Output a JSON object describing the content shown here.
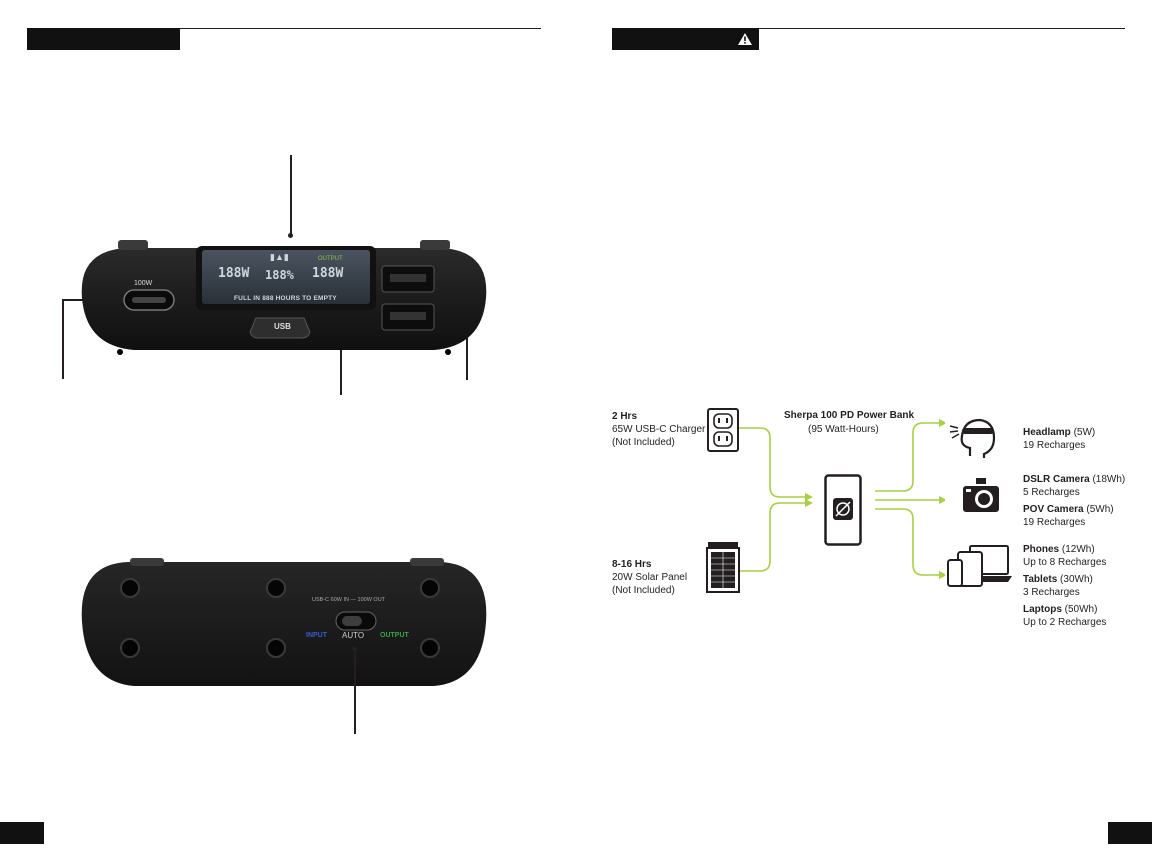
{
  "left_page": {
    "display_labels": {
      "port": "100W",
      "usb": "USB",
      "left_watts": "188W",
      "right_watts": "188W",
      "percent": "188%",
      "output": "OUTPUT",
      "status": "FULL IN 888 HOURS TO EMPTY"
    },
    "switch_labels": {
      "top": "USB-C 60W IN — 100W OUT",
      "input": "INPUT",
      "auto": "AUTO",
      "output": "OUTPUT"
    }
  },
  "diagram": {
    "sources": [
      {
        "title": "2 Hrs",
        "line1": "65W USB-C Charger",
        "line2": "(Not Included)",
        "icon": "outlet-icon"
      },
      {
        "title": "8-16 Hrs",
        "line1": "20W Solar Panel",
        "line2": "(Not Included)",
        "icon": "solar-panel-icon"
      }
    ],
    "center": {
      "title": "Sherpa 100 PD Power Bank",
      "subtitle": "(95 Watt-Hours)",
      "icon": "power-bank-icon"
    },
    "devices": [
      {
        "name": "Headlamp",
        "spec": " (5W)",
        "detail": "19 Recharges",
        "icon": "headlamp-icon"
      },
      {
        "name": "DSLR Camera",
        "spec": " (18Wh)",
        "detail": "5 Recharges",
        "icon": "camera-icon"
      },
      {
        "name": "POV Camera",
        "spec": " (5Wh)",
        "detail": "19 Recharges"
      },
      {
        "name": "Phones",
        "spec": "  (12Wh)",
        "detail": "Up to 8 Recharges",
        "icon": "devices-icon"
      },
      {
        "name": "Tablets",
        "spec": " (30Wh)",
        "detail": "3 Recharges"
      },
      {
        "name": "Laptops",
        "spec": " (50Wh)",
        "detail": "Up to 2 Recharges"
      }
    ],
    "colors": {
      "flow": "#a8cf45",
      "ink": "#231f20"
    }
  }
}
